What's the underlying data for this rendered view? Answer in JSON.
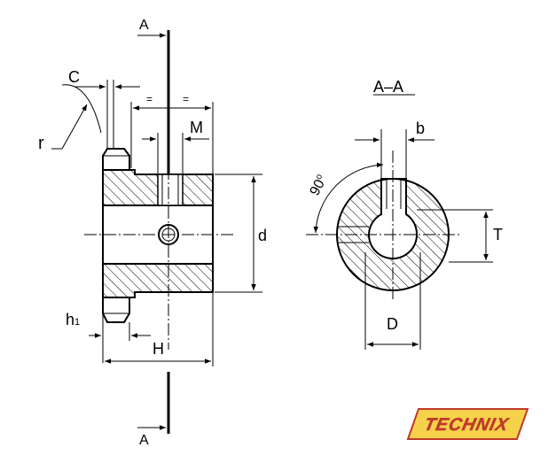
{
  "labels": {
    "section_top": "A",
    "section_bottom": "A",
    "section_title": "A–A",
    "chamfer": "C",
    "radius": "r",
    "equal_left": "=",
    "equal_right": "=",
    "setscrew": "M",
    "bore_dia": "d",
    "hub_height": "h",
    "hub_height_sub": "1",
    "total_length": "H",
    "key_width": "b",
    "key_depth": "T",
    "outer_dia": "D",
    "angle": "90",
    "angle_unit": "o"
  },
  "logo": {
    "text": "TECHNIX",
    "fill": "#f5d24a",
    "border": "#c0392b",
    "text_color": "#c0392b"
  }
}
